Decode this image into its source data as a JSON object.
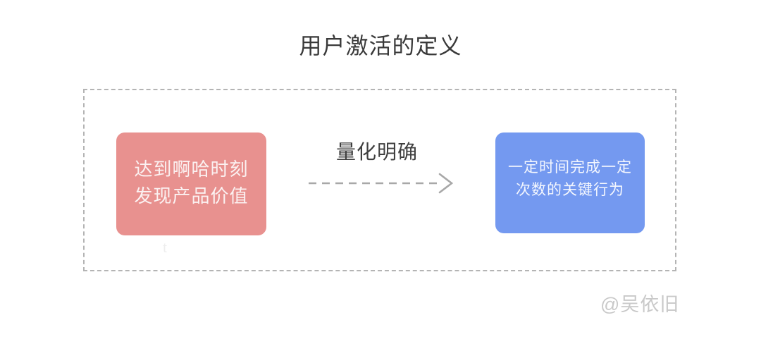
{
  "page": {
    "title": "用户激活的定义",
    "background_color": "#ffffff"
  },
  "frame": {
    "name": "dashed-container",
    "border_color": "#b4b4b4",
    "border_style": "dashed"
  },
  "diagram": {
    "type": "flow",
    "nodes": [
      {
        "id": "aha-moment",
        "lines": [
          "达到啊哈时刻",
          "发现产品价值"
        ],
        "fill": "#e8918f",
        "text_color": "#fbf1f1"
      },
      {
        "id": "key-behavior",
        "lines": [
          "一定时间完成一定",
          "次数的关键行为"
        ],
        "fill": "#7499f0",
        "text_color": "#f4f7fe"
      }
    ],
    "connector": {
      "label": "量化明确",
      "label_color": "#3f3f3f",
      "line_color": "#a8a8a8",
      "style": "dashed",
      "arrowhead": "open-chevron",
      "direction": "left-to-right"
    }
  },
  "artifacts": {
    "stray_glyph": "t"
  },
  "watermark": {
    "text": "@吴依旧",
    "color": "#c9c9c9"
  }
}
